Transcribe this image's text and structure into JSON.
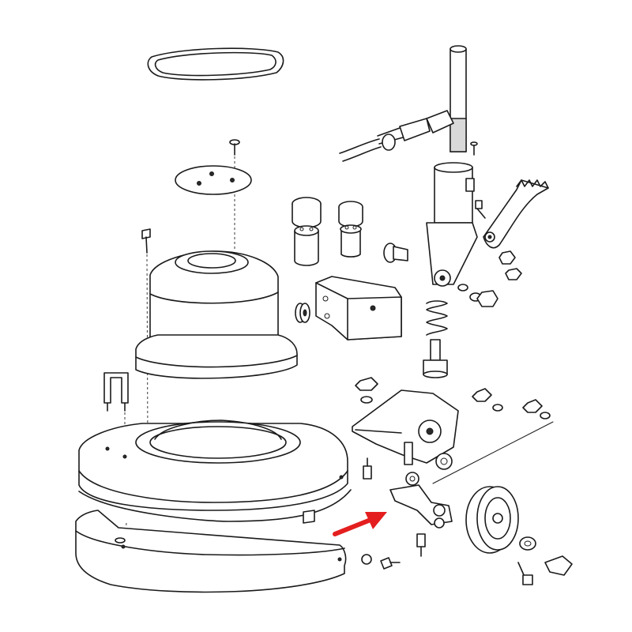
{
  "figure": {
    "kind": "exploded-parts-diagram",
    "arrow_color": "#e41e1e",
    "line_color": "#1a1a1a",
    "background": "#ffffff"
  },
  "parts": [
    {
      "id": "drive-belt",
      "icon": "belt-loop-icon"
    },
    {
      "id": "screw-top",
      "icon": "screw-icon"
    },
    {
      "id": "top-plate",
      "icon": "plate-icon"
    },
    {
      "id": "capacitor-left",
      "icon": "capacitor-icon"
    },
    {
      "id": "capacitor-right",
      "icon": "capacitor-icon"
    },
    {
      "id": "motor-housing",
      "icon": "motor-icon"
    },
    {
      "id": "long-bolt",
      "icon": "bolt-icon"
    },
    {
      "id": "switch-box",
      "icon": "switch-box-icon"
    },
    {
      "id": "grommet",
      "icon": "grommet-icon"
    },
    {
      "id": "handle-tube",
      "icon": "tube-icon"
    },
    {
      "id": "power-cord",
      "icon": "cord-icon"
    },
    {
      "id": "yoke-bracket",
      "icon": "bracket-icon"
    },
    {
      "id": "lever-arm",
      "icon": "lever-icon"
    },
    {
      "id": "spring",
      "icon": "spring-icon"
    },
    {
      "id": "plunger",
      "icon": "plunger-icon"
    },
    {
      "id": "mount-bracket",
      "icon": "bracket-icon"
    },
    {
      "id": "u-bolt",
      "icon": "u-bolt-icon"
    },
    {
      "id": "base-chassis",
      "icon": "chassis-icon"
    },
    {
      "id": "bumper-skirt",
      "icon": "bumper-icon"
    },
    {
      "id": "wheel",
      "icon": "wheel-icon"
    },
    {
      "id": "hinge-link",
      "icon": "hinge-icon"
    },
    {
      "id": "nuts-washers",
      "icon": "nut-icon"
    }
  ]
}
